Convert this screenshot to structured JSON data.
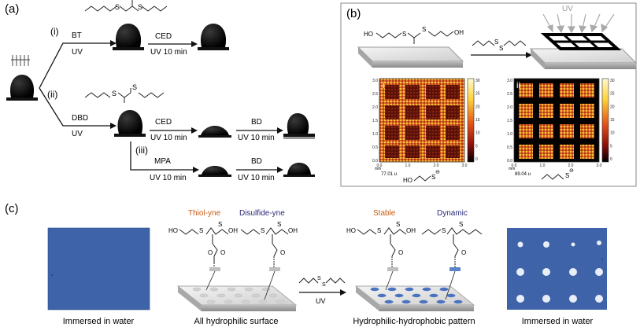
{
  "panel_a": {
    "label": "(a)",
    "step_i": "(i)",
    "step_ii": "(ii)",
    "step_iii": "(iii)",
    "bt": "BT",
    "uv": "UV",
    "ced": "CED",
    "uv10": "UV 10 min",
    "dbd": "DBD",
    "bd": "BD",
    "mpa": "MPA"
  },
  "panel_b": {
    "label": "(b)",
    "uv": "UV",
    "map_i": "i",
    "map_ii": "ii",
    "colorbar_ticks": [
      "30",
      "25",
      "20",
      "15",
      "10",
      "5",
      "0"
    ],
    "axis_ticks_y": [
      "3.0",
      "2.5",
      "2.0",
      "1.5",
      "1.0",
      "0.5",
      "0.0"
    ],
    "axis_ticks_x": [
      "0.0",
      "1.0",
      "2.0",
      "3.0"
    ],
    "axis_unit": "mm",
    "counts_i": "77.01 u",
    "counts_ii": "89.04 u",
    "ho": "HO",
    "s": "S",
    "minus": "⊖"
  },
  "panel_c": {
    "label": "(c)",
    "thiol_yne": "Thiol-yne",
    "disulfide_yne": "Disulfide-yne",
    "stable": "Stable",
    "dynamic": "Dynamic",
    "oh": "OH",
    "ho": "HO",
    "s": "S",
    "o": "O",
    "uv": "UV",
    "immersed_left": "Immersed in water",
    "all_hydrophilic": "All hydrophilic surface",
    "pattern": "Hydrophilic-hydrophobic pattern",
    "immersed_right": "Immersed in water"
  },
  "colors": {
    "thiol_orange": "#c85a14",
    "dynamic_blue": "#2a2a7a",
    "water_blue": "#3e63a8",
    "spot_blue": "#5b84c8"
  }
}
